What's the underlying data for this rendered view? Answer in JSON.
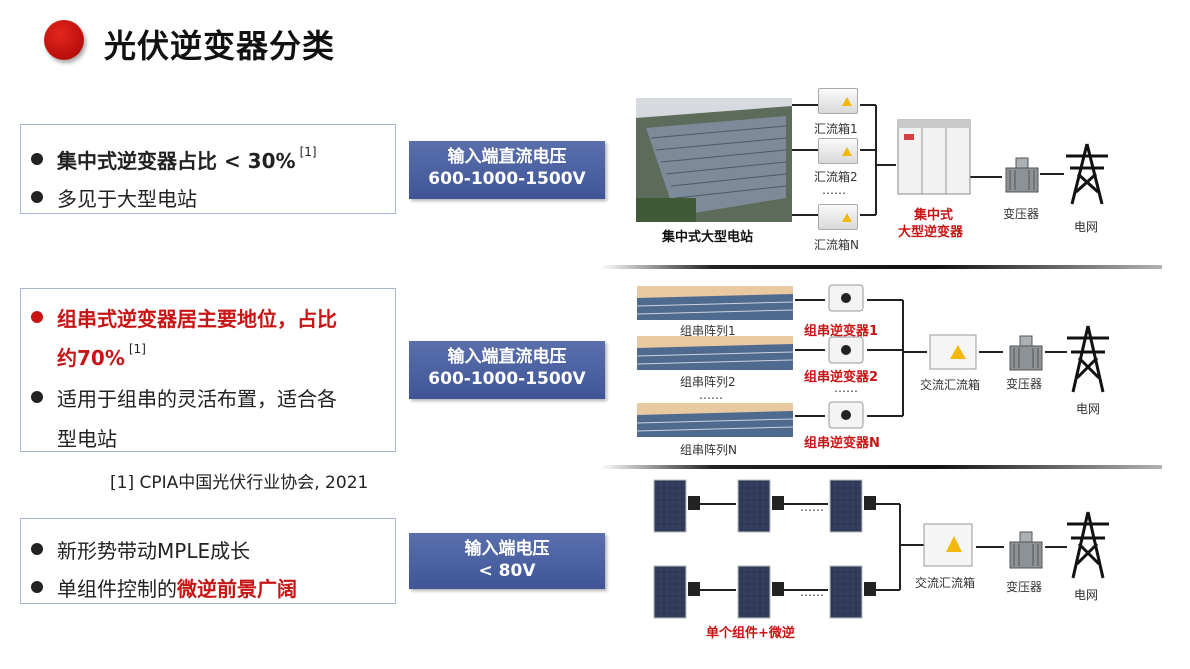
{
  "title": "光伏逆变器分类",
  "colors": {
    "accent_red": "#c81414",
    "badge_blue": "#4a5f9f"
  },
  "section1": {
    "bullets": [
      {
        "text": "集中式逆变器占比 < 30%",
        "ref": "[1]"
      },
      {
        "text": "多见于大型电站"
      }
    ],
    "badge_line1": "输入端直流电压",
    "badge_line2": "600-1000-1500V",
    "diagram": {
      "plant_label": "集中式大型电站",
      "combiner_1": "汇流箱1",
      "combiner_2": "汇流箱2",
      "ellipsis": "……",
      "combiner_n": "汇流箱N",
      "inverter_line1": "集中式",
      "inverter_line2": "大型逆变器",
      "transformer": "变压器",
      "grid": "电网"
    }
  },
  "section2": {
    "bullet1_line1": "组串式逆变器居主要地位，占比",
    "bullet1_line2": "约70%",
    "bullet1_ref": "[1]",
    "bullet2_line1": "适用于组串的灵活布置，适合各",
    "bullet2_line2": "型电站",
    "footnote": "[1] CPIA中国光伏行业协会, 2021",
    "badge_line1": "输入端直流电压",
    "badge_line2": "600-1000-1500V",
    "diagram": {
      "array_1": "组串阵列1",
      "array_2": "组串阵列2",
      "ellipsis": "……",
      "array_n": "组串阵列N",
      "inverter_1": "组串逆变器1",
      "inverter_2": "组串逆变器2",
      "inverter_ellipsis": "……",
      "inverter_n": "组串逆变器N",
      "ac_combiner": "交流汇流箱",
      "transformer": "变压器",
      "grid": "电网"
    }
  },
  "section3": {
    "bullet1": "新形势带动MPLE成长",
    "bullet2_prefix": "单组件控制的",
    "bullet2_highlight": "微逆前景广阔",
    "badge_line1": "输入端电压",
    "badge_line2": "< 80V",
    "diagram": {
      "ellipsis_top": "……",
      "ellipsis_bottom": "……",
      "caption": "单个组件+微逆",
      "ac_combiner": "交流汇流箱",
      "transformer": "变压器",
      "grid": "电网"
    }
  }
}
